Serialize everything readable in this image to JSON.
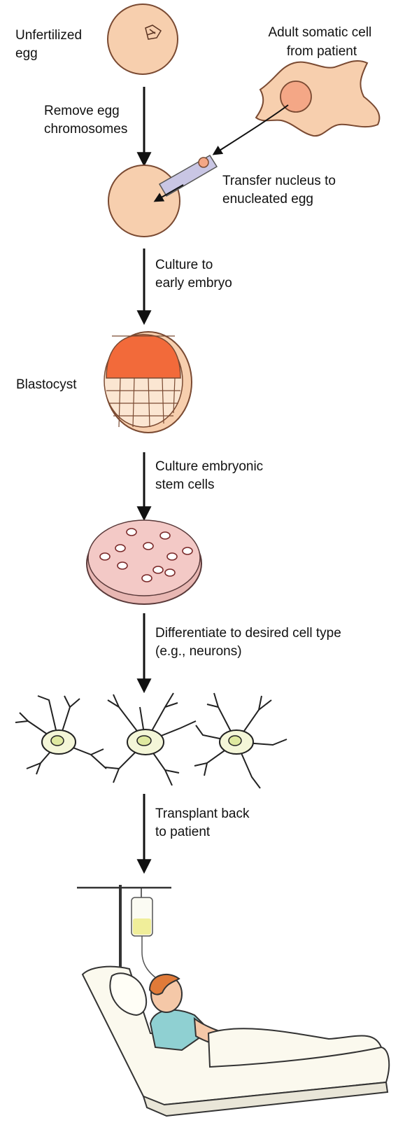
{
  "labels": {
    "unfertilized_egg": [
      "Unfertilized",
      "egg"
    ],
    "adult_somatic_cell": [
      "Adult somatic cell",
      "from patient"
    ],
    "remove_chromosomes": [
      "Remove egg",
      "chromosomes"
    ],
    "transfer_nucleus": [
      "Transfer nucleus to",
      "enucleated egg"
    ],
    "culture_embryo": [
      "Culture to",
      "early embryo"
    ],
    "blastocyst": "Blastocyst",
    "culture_stem_cells": [
      "Culture embryonic",
      "stem cells"
    ],
    "differentiate": [
      "Differentiate to desired cell type",
      "(e.g., neurons)"
    ],
    "transplant": [
      "Transplant back",
      "to patient"
    ]
  },
  "colors": {
    "egg_fill": "#f7cfae",
    "egg_stroke": "#7a4a32",
    "icm_fill": "#f26a3a",
    "dish_fill": "#f3c9c6",
    "neuron_body": "#f4f6d8",
    "neuron_nucleus": "#dfe9a0",
    "arrow": "#111111",
    "gown": "#8fd0d2",
    "hair": "#e07a38",
    "iv_fluid": "#f0ee9a"
  }
}
